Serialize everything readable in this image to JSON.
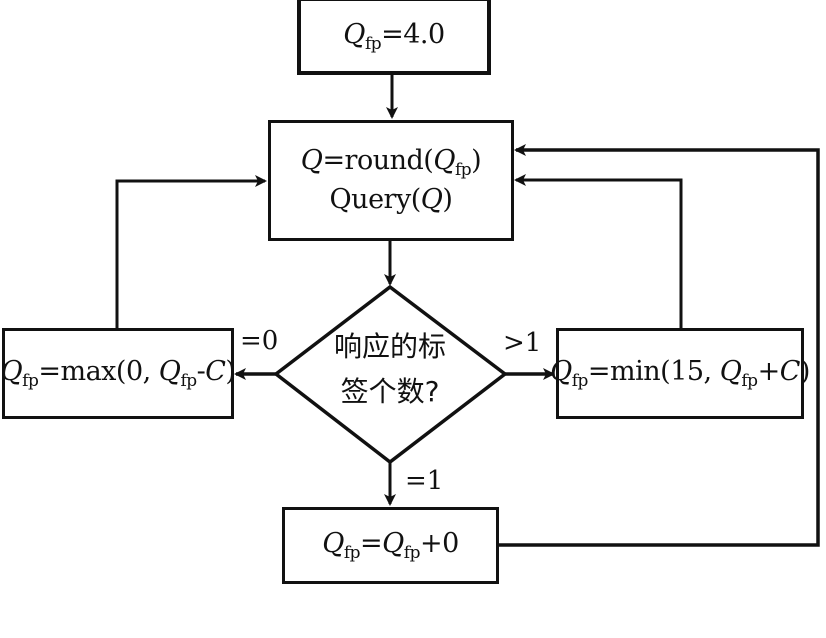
{
  "diagram": {
    "type": "flowchart",
    "nodes": {
      "init": {
        "var": "Q",
        "sub": "fp",
        "rest": "=4.0"
      },
      "query": {
        "line1": {
          "var": "Q",
          "mid": "=round(",
          "var2": "Q",
          "sub2": "fp",
          "end": ")"
        },
        "line2": {
          "pre": "Query(",
          "var": "Q",
          "end": ")"
        }
      },
      "decision": {
        "line1": "响应的标",
        "line2": "签个数?"
      },
      "decrease": {
        "var": "Q",
        "sub": "fp",
        "mid": "=max(0, ",
        "var2": "Q",
        "sub2": "fp",
        "op": "-",
        "var3": "C",
        "end": ")"
      },
      "increase": {
        "var": "Q",
        "sub": "fp",
        "mid": "=min(15, ",
        "var2": "Q",
        "sub2": "fp",
        "op": "+",
        "var3": "C",
        "end": ")"
      },
      "keep": {
        "var": "Q",
        "sub": "fp",
        "mid": "=",
        "var2": "Q",
        "sub2": "fp",
        "end": "+0"
      }
    },
    "edges": [
      {
        "from": "init",
        "to": "query",
        "label": ""
      },
      {
        "from": "query",
        "to": "decision",
        "label": ""
      },
      {
        "from": "decision",
        "to": "decrease",
        "label": "=0"
      },
      {
        "from": "decision",
        "to": "increase",
        "label": ">1"
      },
      {
        "from": "decision",
        "to": "keep",
        "label": "=1"
      },
      {
        "from": "decrease",
        "to": "query",
        "label": ""
      },
      {
        "from": "increase",
        "to": "query",
        "label": ""
      },
      {
        "from": "keep",
        "to": "query",
        "label": ""
      }
    ]
  }
}
